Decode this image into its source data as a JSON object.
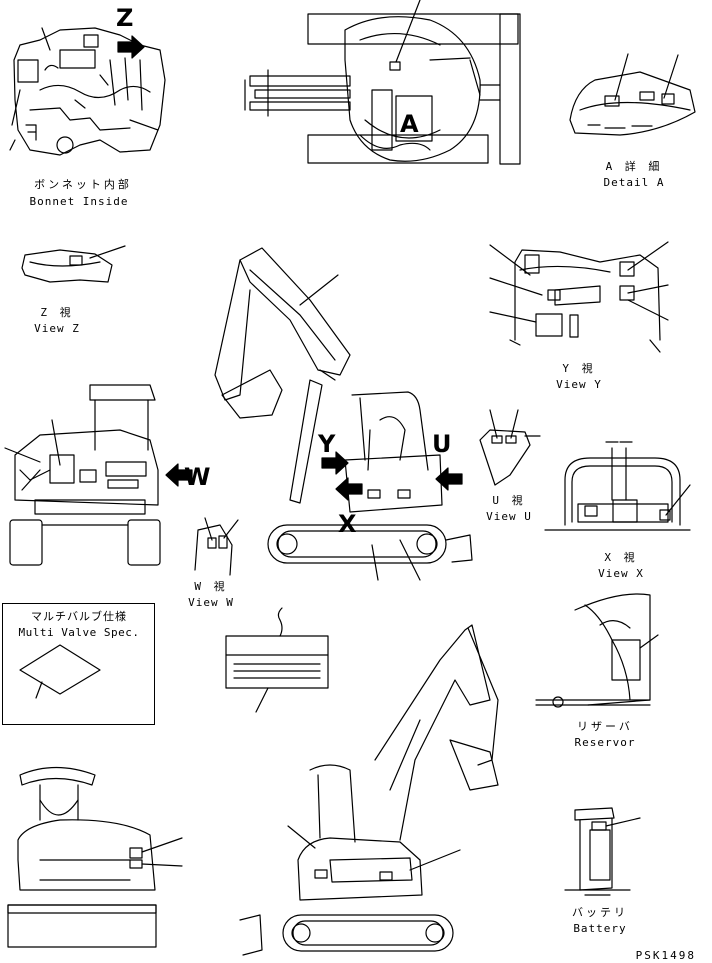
{
  "views": {
    "bonnet_inside": {
      "jp": "ボンネット内部",
      "en": "Bonnet Inside"
    },
    "detail_a": {
      "jp": "A 詳 細",
      "en": "Detail A"
    },
    "view_z": {
      "jp": "Z 視",
      "en": "View Z"
    },
    "view_y": {
      "jp": "Y 視",
      "en": "View Y"
    },
    "view_u": {
      "jp": "U 視",
      "en": "View U"
    },
    "view_x": {
      "jp": "X 視",
      "en": "View X"
    },
    "view_w": {
      "jp": "W 視",
      "en": "View W"
    },
    "multi_valve": {
      "jp": "マルチバルブ仕様",
      "en": "Multi Valve Spec."
    },
    "reservor": {
      "jp": "リザーバ",
      "en": "Reservor"
    },
    "battery": {
      "jp": "バッテリ",
      "en": "Battery"
    }
  },
  "markers": {
    "z": "Z",
    "a": "A",
    "y": "Y",
    "u": "U",
    "x": "X",
    "w": "W"
  },
  "drawing_id": "PSK1498"
}
